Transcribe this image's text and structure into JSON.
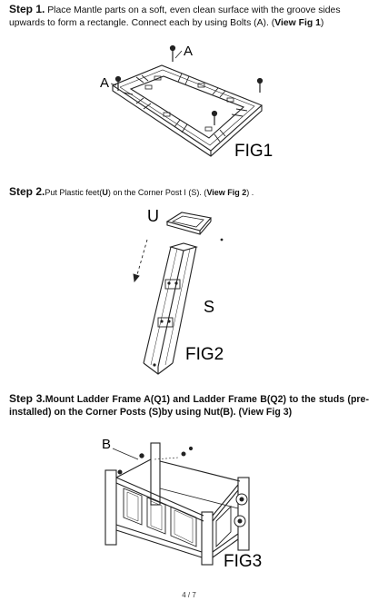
{
  "step1": {
    "lead": "Step 1.",
    "text": " Place Mantle parts on a soft, even clean surface with the groove sides upwards to form a rectangle. Connect each by using Bolts (A). (",
    "ref": "View Fig 1",
    "tail": ")"
  },
  "fig1": {
    "label": "FIG1",
    "callout_a1": "A",
    "callout_a2": "A"
  },
  "step2": {
    "lead": "Step 2.",
    "text1": "Put    Plastic feet(",
    "u": "U",
    "text2": ") on the Corner Post I (S). (",
    "ref": "View Fig  2",
    "tail": ") ."
  },
  "fig2": {
    "label": "FIG2",
    "callout_u": "U",
    "callout_s": "S"
  },
  "step3": {
    "lead": "Step 3.",
    "text": "Mount Ladder Frame A(Q1) and Ladder Frame B(Q2) to the studs (pre-installed) on the Corner Posts (S)by using Nut(B). (View Fig 3)"
  },
  "fig3": {
    "label": "FIG3",
    "callout_b": "B"
  },
  "page": "4 / 7"
}
